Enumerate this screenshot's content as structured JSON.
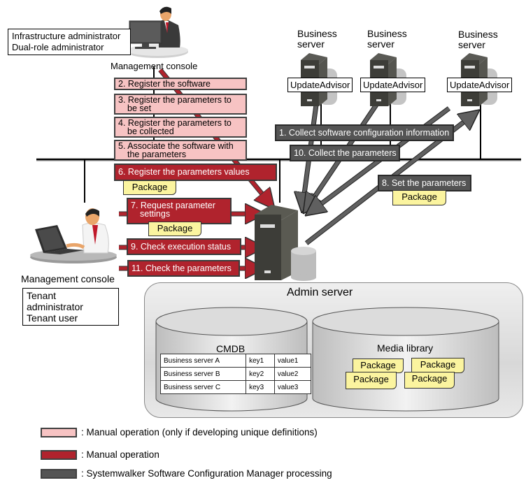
{
  "roles": {
    "infra": [
      "Infrastructure administrator",
      "Dual-role administrator"
    ],
    "tenant": [
      "Tenant administrator",
      "Tenant user"
    ]
  },
  "consoles": {
    "top_label": "Management console",
    "bottom_label": "Management  console"
  },
  "business_servers": [
    {
      "label": "Business server",
      "agent": "UpdateAdvisor"
    },
    {
      "label": "Business server",
      "agent": "UpdateAdvisor"
    },
    {
      "label": "Business server",
      "agent": "UpdateAdvisor"
    }
  ],
  "steps": {
    "s1": {
      "line1": "1. Collect software configuration information",
      "type": "processing"
    },
    "s2": {
      "line1": "2. Register the software",
      "type": "manual-optional"
    },
    "s3": {
      "line1": "3. Register the parameters to",
      "line2": "be set",
      "type": "manual-optional"
    },
    "s4": {
      "line1": "4. Register the parameters to",
      "line2": "be collected",
      "type": "manual-optional"
    },
    "s5": {
      "line1": "5. Associate the software with",
      "line2": "the parameters",
      "type": "manual-optional"
    },
    "s6": {
      "line1": "6. Register the parameters values",
      "type": "manual"
    },
    "s7": {
      "line1": "7. Request parameter",
      "line2": "settings",
      "type": "manual"
    },
    "s8": {
      "line1": "8. Set the parameters",
      "type": "processing"
    },
    "s9": {
      "line1": "9. Check execution status",
      "type": "manual"
    },
    "s10": {
      "line1": "10. Collect the parameters",
      "type": "processing"
    },
    "s11": {
      "line1": "11. Check the parameters",
      "type": "manual"
    }
  },
  "package_label": "Package",
  "admin_server": {
    "title": "Admin server",
    "cmdb": {
      "title": "CMDB",
      "rows": [
        [
          "Business server A",
          "key1",
          "value1"
        ],
        [
          "Business server B",
          "key2",
          "value2"
        ],
        [
          "Business server C",
          "key3",
          "value3"
        ]
      ]
    },
    "media_library": {
      "title": "Media library",
      "packages": [
        "Package",
        "Package",
        "Package",
        "Package"
      ]
    }
  },
  "legend": [
    {
      "text": ": Manual operation  (only if developing  unique  definitions)",
      "color": "#f7c3c3"
    },
    {
      "text": ": Manual  operation",
      "color": "#b0232d"
    },
    {
      "text": ": Systemwalker  Software  Configuration  Manager  processing",
      "color": "#545454"
    }
  ],
  "colors": {
    "manual_optional": "#f7c3c3",
    "manual": "#b0232d",
    "processing": "#545454",
    "package": "#fbf49f"
  }
}
